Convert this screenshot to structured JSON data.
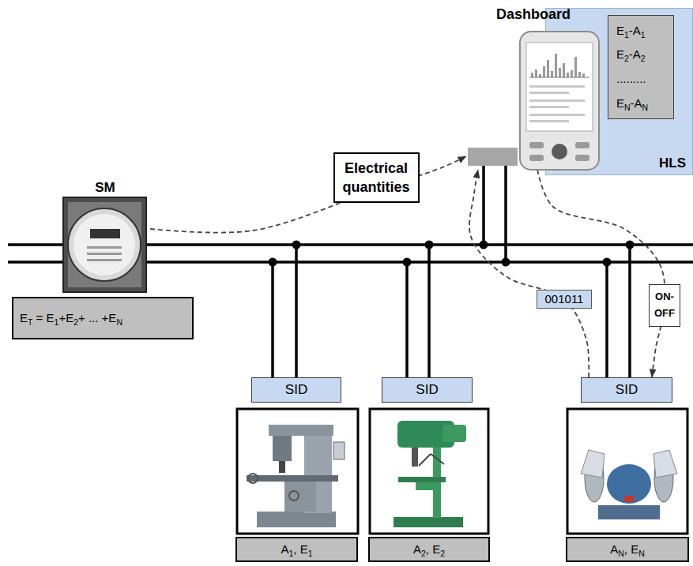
{
  "diagram": {
    "nodes": [
      {
        "text": [
          "Dashboard"
        ]
      },
      {
        "text": [
          "HLS"
        ]
      },
      {
        "text": [
          "E1-A1 E2-A2 ......... EN-AN"
        ],
        "in": 1
      },
      {
        "text": [
          "SM"
        ]
      },
      {
        "text": [
          "ET = E1+E2+ ... +EN"
        ]
      },
      {
        "text": [
          "SID"
        ]
      },
      {
        "text": [
          "SID"
        ]
      },
      {
        "text": [
          "SID"
        ]
      },
      {
        "text": [
          "A1, E1"
        ]
      },
      {
        "text": [
          "A2, E2"
        ]
      },
      {
        "text": [
          "AN, EN"
        ]
      }
    ],
    "edges": [
      {
        "from": 3,
        "to": 0,
        "label": "Electrical quantities",
        "arrow": "to"
      },
      {
        "from": 7,
        "to": 0,
        "label": "001011",
        "arrow": "to"
      },
      {
        "from": 0,
        "to": 7,
        "label": "ON-OFF",
        "arrow": "to"
      }
    ]
  }
}
